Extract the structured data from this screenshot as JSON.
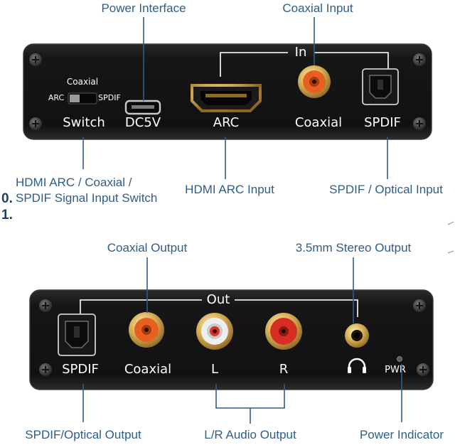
{
  "top_panel": {
    "callouts": {
      "power_interface": "Power Interface",
      "coaxial_input": "Coaxial Input",
      "switch_desc_line1": "HDMI ARC / Coaxial /",
      "switch_desc_line2": "SPDIF Signal Input Switch",
      "hdmi_arc_input": "HDMI ARC Input",
      "spdif_optical_input": "SPDIF / Optical Input"
    },
    "panel_labels": {
      "in_group": "In",
      "switch_top": "Coaxial",
      "switch_left": "ARC",
      "switch_right": "SPDIF",
      "switch": "Switch",
      "dc5v": "DC5V",
      "arc": "ARC",
      "coaxial": "Coaxial",
      "spdif": "SPDIF"
    }
  },
  "bottom_panel": {
    "callouts": {
      "coaxial_output": "Coaxial Output",
      "stereo_output": "3.5mm Stereo Output",
      "spdif_optical_output": "SPDIF/Optical Output",
      "lr_audio_output": "L/R Audio Output",
      "power_indicator": "Power Indicator"
    },
    "panel_labels": {
      "out_group": "Out",
      "spdif": "SPDIF",
      "coaxial": "Coaxial",
      "left": "L",
      "right": "R",
      "pwr": "PWR"
    }
  },
  "side_numbers": {
    "first": "0.",
    "second": "1."
  },
  "colors": {
    "panel": "#141414",
    "rca_orange": "#e8601f",
    "rca_red": "#d82d22",
    "rca_white": "#eeeeee",
    "gold": "#d8b25a",
    "callout_text": "#2f5d87"
  },
  "icons": {
    "headphone": "headphone-icon"
  }
}
